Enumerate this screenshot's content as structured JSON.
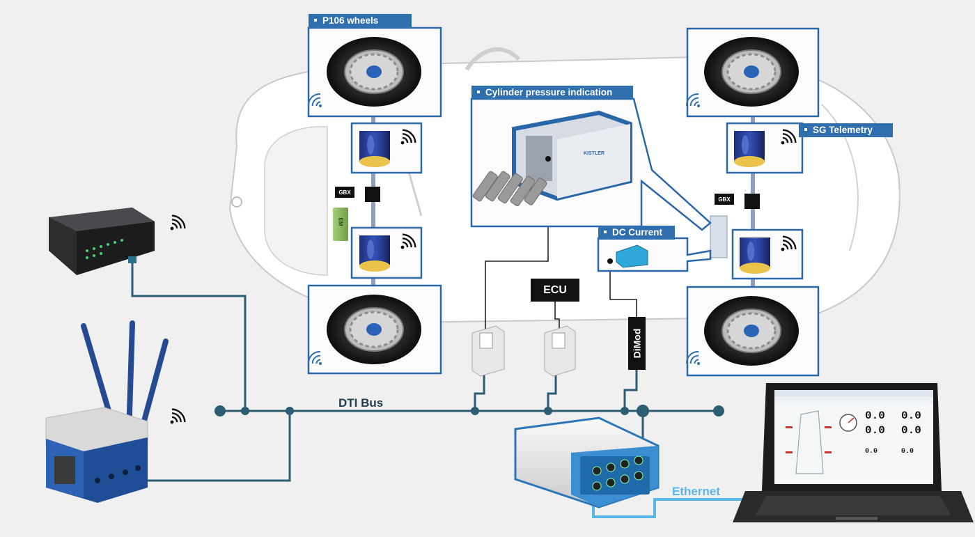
{
  "callouts": {
    "wheels": "P106 wheels",
    "cylinder": "Cylinder pressure indication",
    "telemetry": "SG Telemetry",
    "dc_current": "DC Current"
  },
  "boxes": {
    "ecu": "ECU",
    "dimod": "DiMod",
    "gbx_front": "GBX",
    "gbx_rear": "GBX",
    "em": "EM"
  },
  "bus": {
    "dti": "DTI Bus",
    "ethernet": "Ethernet"
  },
  "amplifier_brand": "KISTLER",
  "laptop_screen": {
    "readouts": [
      "0.0",
      "0.0",
      "0.0",
      "0.0",
      "0.0",
      "0.0"
    ]
  },
  "colors": {
    "accent_blue": "#2f6fae",
    "bus_line": "#2c5d72",
    "ethernet_line": "#59b7e8",
    "frame_blue": "#2a67a8",
    "label_black": "#111111"
  },
  "icons": [
    "wifi-icon",
    "tire-icon",
    "strain-gauge-sensor-icon",
    "laptop-icon",
    "antenna-icon"
  ]
}
